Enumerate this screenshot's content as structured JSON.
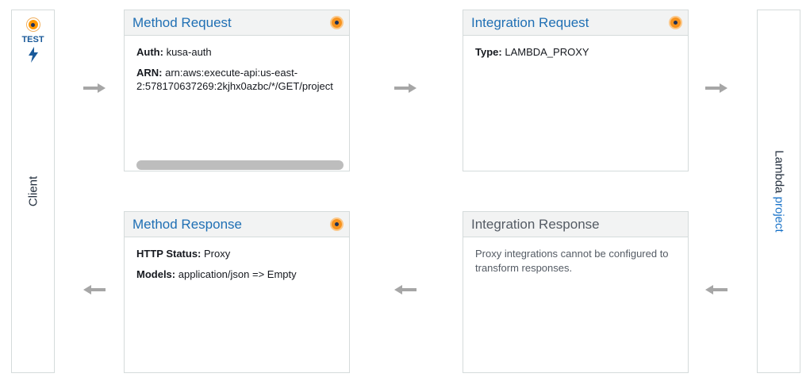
{
  "client": {
    "label": "Client",
    "test_label": "TEST"
  },
  "lambda": {
    "prefix": "Lambda ",
    "link": "project"
  },
  "method_request": {
    "title": "Method Request",
    "auth_label": "Auth:",
    "auth_value": "kusa-auth",
    "arn_label": "ARN:",
    "arn_line1": "arn:aws:execute-api:us-east-",
    "arn_line2": "2:578170637269:2kjhx0azbc/*/GET/project"
  },
  "integration_request": {
    "title": "Integration Request",
    "type_label": "Type:",
    "type_value": "LAMBDA_PROXY"
  },
  "method_response": {
    "title": "Method Response",
    "status_label": "HTTP Status:",
    "status_value": "Proxy",
    "models_label": "Models:",
    "models_value": "application/json => Empty"
  },
  "integration_response": {
    "title": "Integration Response",
    "note": "Proxy integrations cannot be configured to transform responses."
  },
  "colors": {
    "accent": "#1f6fb4",
    "status_orange": "#f7931e",
    "arrow_gray": "#a6a6a6"
  }
}
